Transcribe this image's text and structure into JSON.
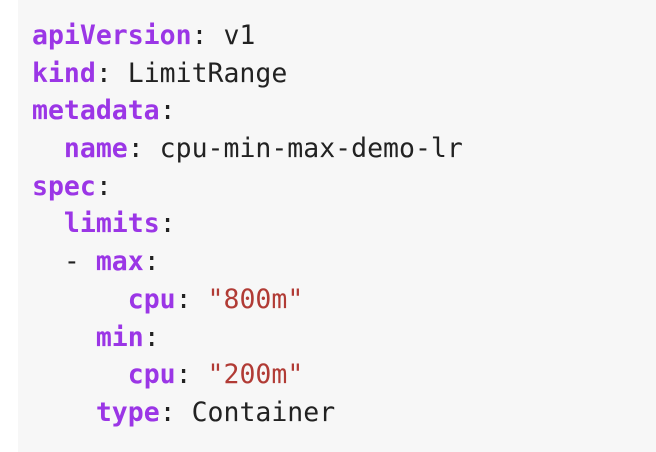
{
  "code": {
    "lines": [
      {
        "indent": "",
        "dash": "",
        "key": "apiVersion",
        "sep": ":",
        "value": " v1",
        "string": ""
      },
      {
        "indent": "",
        "dash": "",
        "key": "kind",
        "sep": ":",
        "value": " LimitRange",
        "string": ""
      },
      {
        "indent": "",
        "dash": "",
        "key": "metadata",
        "sep": ":",
        "value": "",
        "string": ""
      },
      {
        "indent": "  ",
        "dash": "",
        "key": "name",
        "sep": ":",
        "value": " cpu-min-max-demo-lr",
        "string": ""
      },
      {
        "indent": "",
        "dash": "",
        "key": "spec",
        "sep": ":",
        "value": "",
        "string": ""
      },
      {
        "indent": "  ",
        "dash": "",
        "key": "limits",
        "sep": ":",
        "value": "",
        "string": ""
      },
      {
        "indent": "  ",
        "dash": "- ",
        "key": "max",
        "sep": ":",
        "value": "",
        "string": ""
      },
      {
        "indent": "      ",
        "dash": "",
        "key": "cpu",
        "sep": ":",
        "value": " ",
        "string": "\"800m\""
      },
      {
        "indent": "    ",
        "dash": "",
        "key": "min",
        "sep": ":",
        "value": "",
        "string": ""
      },
      {
        "indent": "      ",
        "dash": "",
        "key": "cpu",
        "sep": ":",
        "value": " ",
        "string": "\"200m\""
      },
      {
        "indent": "    ",
        "dash": "",
        "key": "type",
        "sep": ":",
        "value": " Container",
        "string": ""
      }
    ]
  },
  "colors": {
    "key": "#9b36e6",
    "string": "#b13b35",
    "text": "#222222",
    "background": "#f7f7f7"
  }
}
